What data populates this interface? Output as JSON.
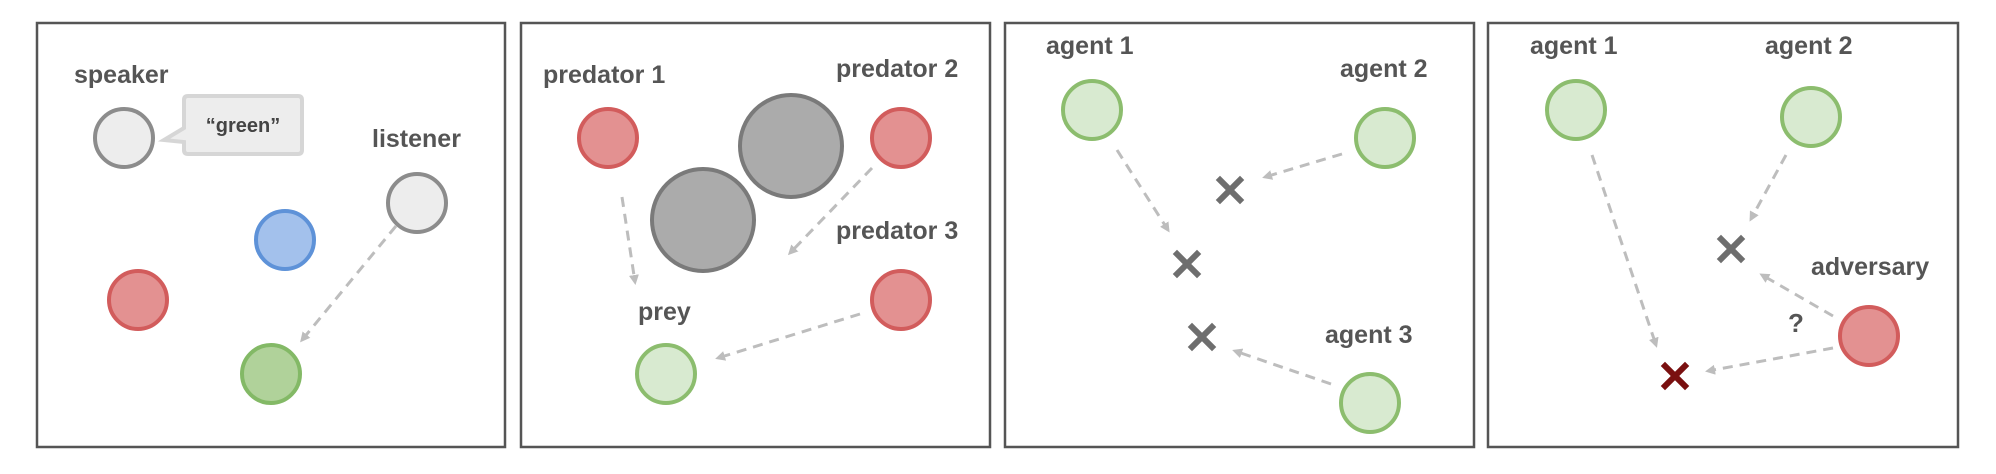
{
  "colors": {
    "gray_fill": "#ededed",
    "gray_stroke": "#8c8c8c",
    "red_fill": "#e39191",
    "red_stroke": "#d25c5c",
    "blue_fill": "#a3c1ec",
    "blue_stroke": "#5e92d8",
    "green_fill": "#b0d29a",
    "green_stroke": "#83b966",
    "light_green_fill": "#d8ead0",
    "light_green_stroke": "#8cbd6e",
    "dark_gray_fill": "#ababab",
    "dark_gray_stroke": "#7a7a7a",
    "arrow": "#bdbdbd",
    "cross_gray": "#6e6e6e",
    "cross_red": "#7a1010",
    "frame": "#555555"
  },
  "panel1": {
    "speaker_label": "speaker",
    "speech_text": "“green”",
    "listener_label": "listener"
  },
  "panel2": {
    "predator1_label": "predator 1",
    "predator2_label": "predator 2",
    "predator3_label": "predator 3",
    "prey_label": "prey"
  },
  "panel3": {
    "agent1_label": "agent 1",
    "agent2_label": "agent 2",
    "agent3_label": "agent 3"
  },
  "panel4": {
    "agent1_label": "agent 1",
    "agent2_label": "agent 2",
    "adversary_label": "adversary",
    "unknown_mark": "?"
  }
}
